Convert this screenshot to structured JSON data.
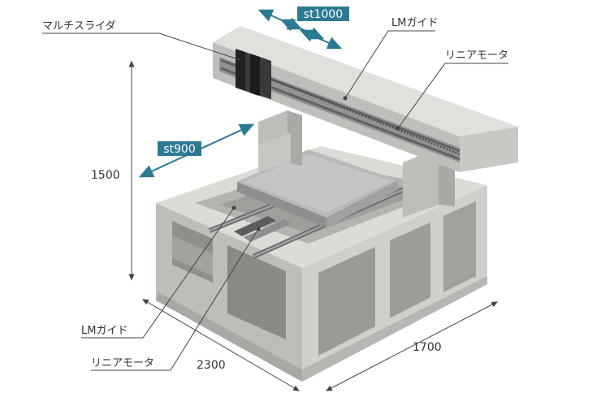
{
  "labels": {
    "multi_slider": "マルチスライダ",
    "lm_guide_top": "LMガイド",
    "linear_motor_top": "リニアモータ",
    "lm_guide_bottom": "LMガイド",
    "linear_motor_bottom": "リニアモータ"
  },
  "strokes": {
    "x_stroke": "st1000",
    "y_stroke": "st900"
  },
  "dimensions": {
    "height": "1500",
    "length": "2300",
    "width": "1700"
  },
  "colors": {
    "accent": "#2b7a93",
    "frame": "#c9c9c6",
    "frame_dark": "#a9a9a5",
    "frame_light": "#deded9",
    "rail": "#7b7e80",
    "slider": "#2a2a2a"
  }
}
